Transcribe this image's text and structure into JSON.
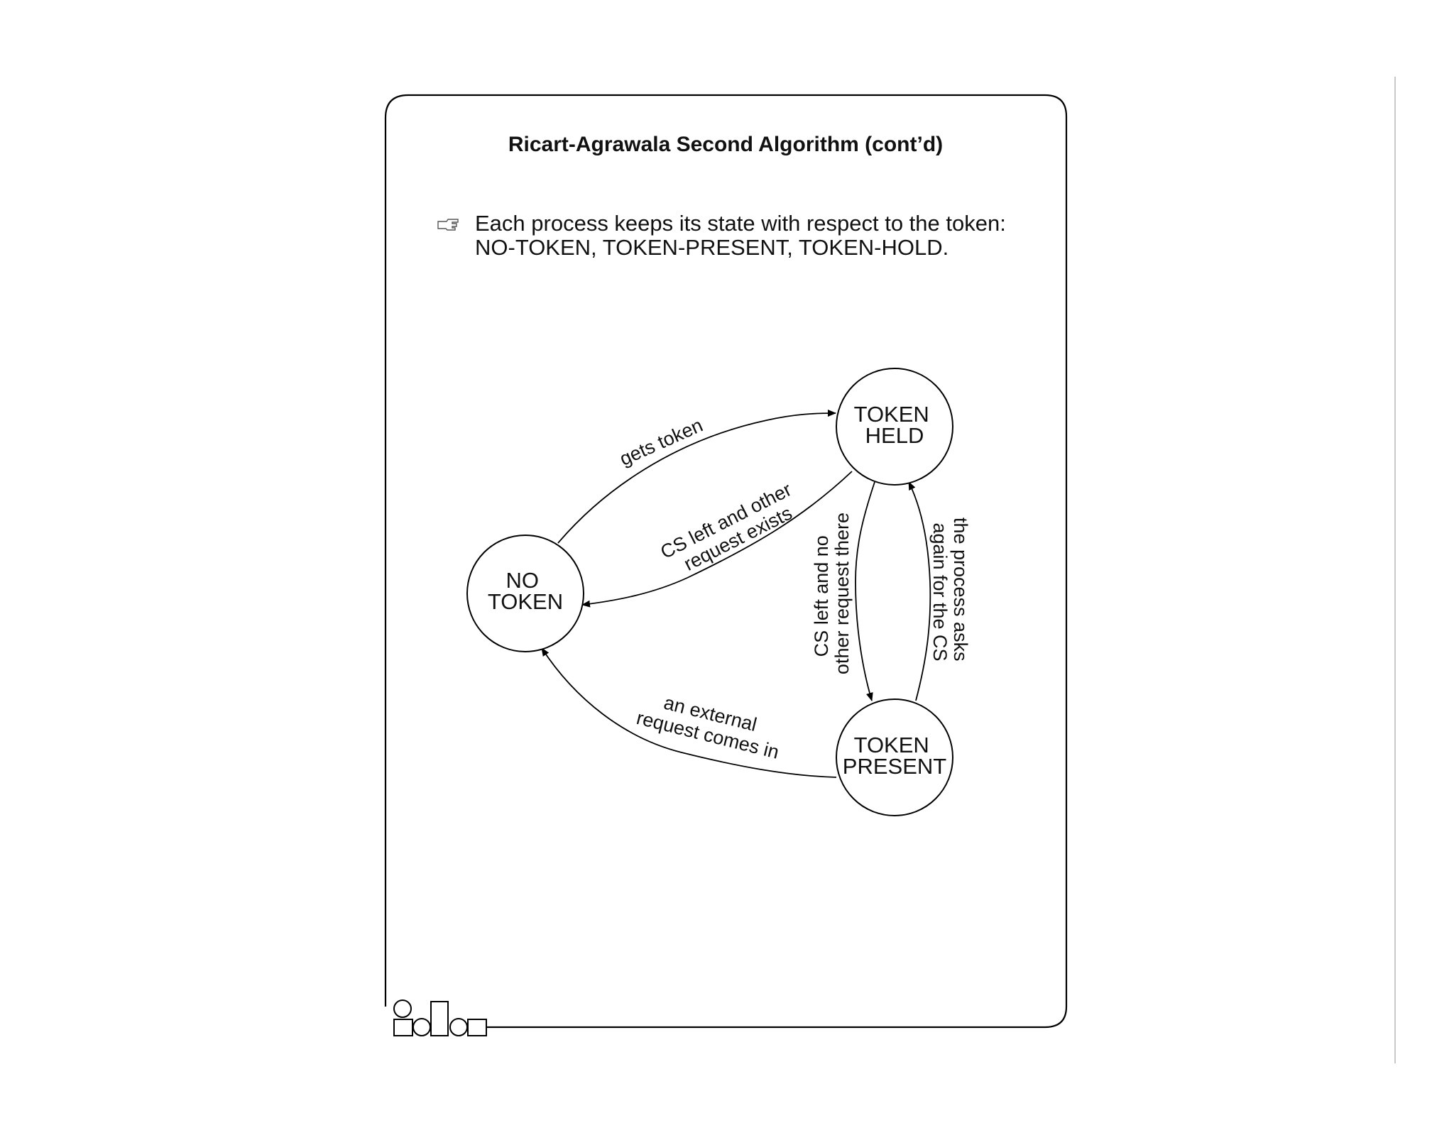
{
  "slide": {
    "title": "Ricart-Agrawala Second Algorithm (cont’d)",
    "bullet_icon": "pointing-hand-icon",
    "bullet_line1": "Each process keeps its state with respect to the token:",
    "bullet_line2": "NO-TOKEN, TOKEN-PRESENT, TOKEN-HOLD."
  },
  "diagram": {
    "states": {
      "no_token": [
        "NO",
        "TOKEN"
      ],
      "token_held": [
        "TOKEN",
        "HELD"
      ],
      "token_present": [
        "TOKEN",
        "PRESENT"
      ]
    },
    "transitions": {
      "gets_token": [
        "gets token"
      ],
      "cs_left_other": [
        "CS left and other",
        "request exists"
      ],
      "cs_left_no_other": [
        "CS left and no",
        "other request there"
      ],
      "process_asks_again": [
        "the process asks",
        "again for the CS"
      ],
      "external_request": [
        "an external",
        "request comes in"
      ]
    }
  },
  "footer": {
    "logo_icon": "ida-logo-icon"
  }
}
